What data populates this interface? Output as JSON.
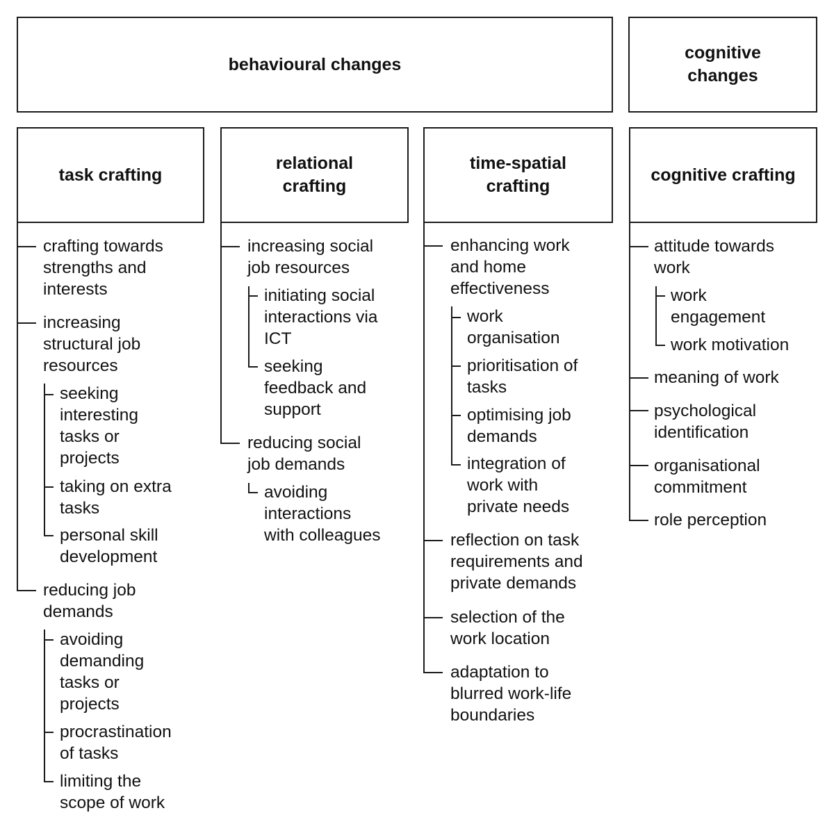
{
  "headers": {
    "behavioural": "behavioural changes",
    "cognitive": "cognitive\nchanges"
  },
  "columns": {
    "task": {
      "title": "task crafting",
      "items": [
        "crafting towards\nstrengths and\ninterests",
        "increasing\nstructural job\nresources",
        "seeking\ninteresting\ntasks or\nprojects",
        "taking on extra\ntasks",
        "personal skill\ndevelopment",
        "reducing job\ndemands",
        "avoiding\ndemanding\ntasks or\nprojects",
        "procrastination\nof tasks",
        "limiting the\nscope of work"
      ]
    },
    "relational": {
      "title": "relational\ncrafting",
      "items": [
        "increasing social\njob resources",
        "initiating social\ninteractions via\nICT",
        "seeking\nfeedback and\nsupport",
        "reducing social\njob demands",
        "avoiding\ninteractions\nwith colleagues"
      ]
    },
    "timespatial": {
      "title": "time-spatial\ncrafting",
      "items": [
        "enhancing work\nand home\neffectiveness",
        "work\norganisation",
        "prioritisation of\ntasks",
        "optimising job\ndemands",
        "integration of\nwork with\nprivate needs",
        "reflection on task\nrequirements and\nprivate demands",
        "selection of the\nwork location",
        "adaptation to\nblurred work-life\nboundaries"
      ]
    },
    "cognitive": {
      "title": "cognitive crafting",
      "items": [
        "attitude towards\nwork",
        "work\nengagement",
        "work motivation",
        "meaning of work",
        "psychological\nidentification",
        "organisational\ncommitment",
        "role perception"
      ]
    }
  }
}
